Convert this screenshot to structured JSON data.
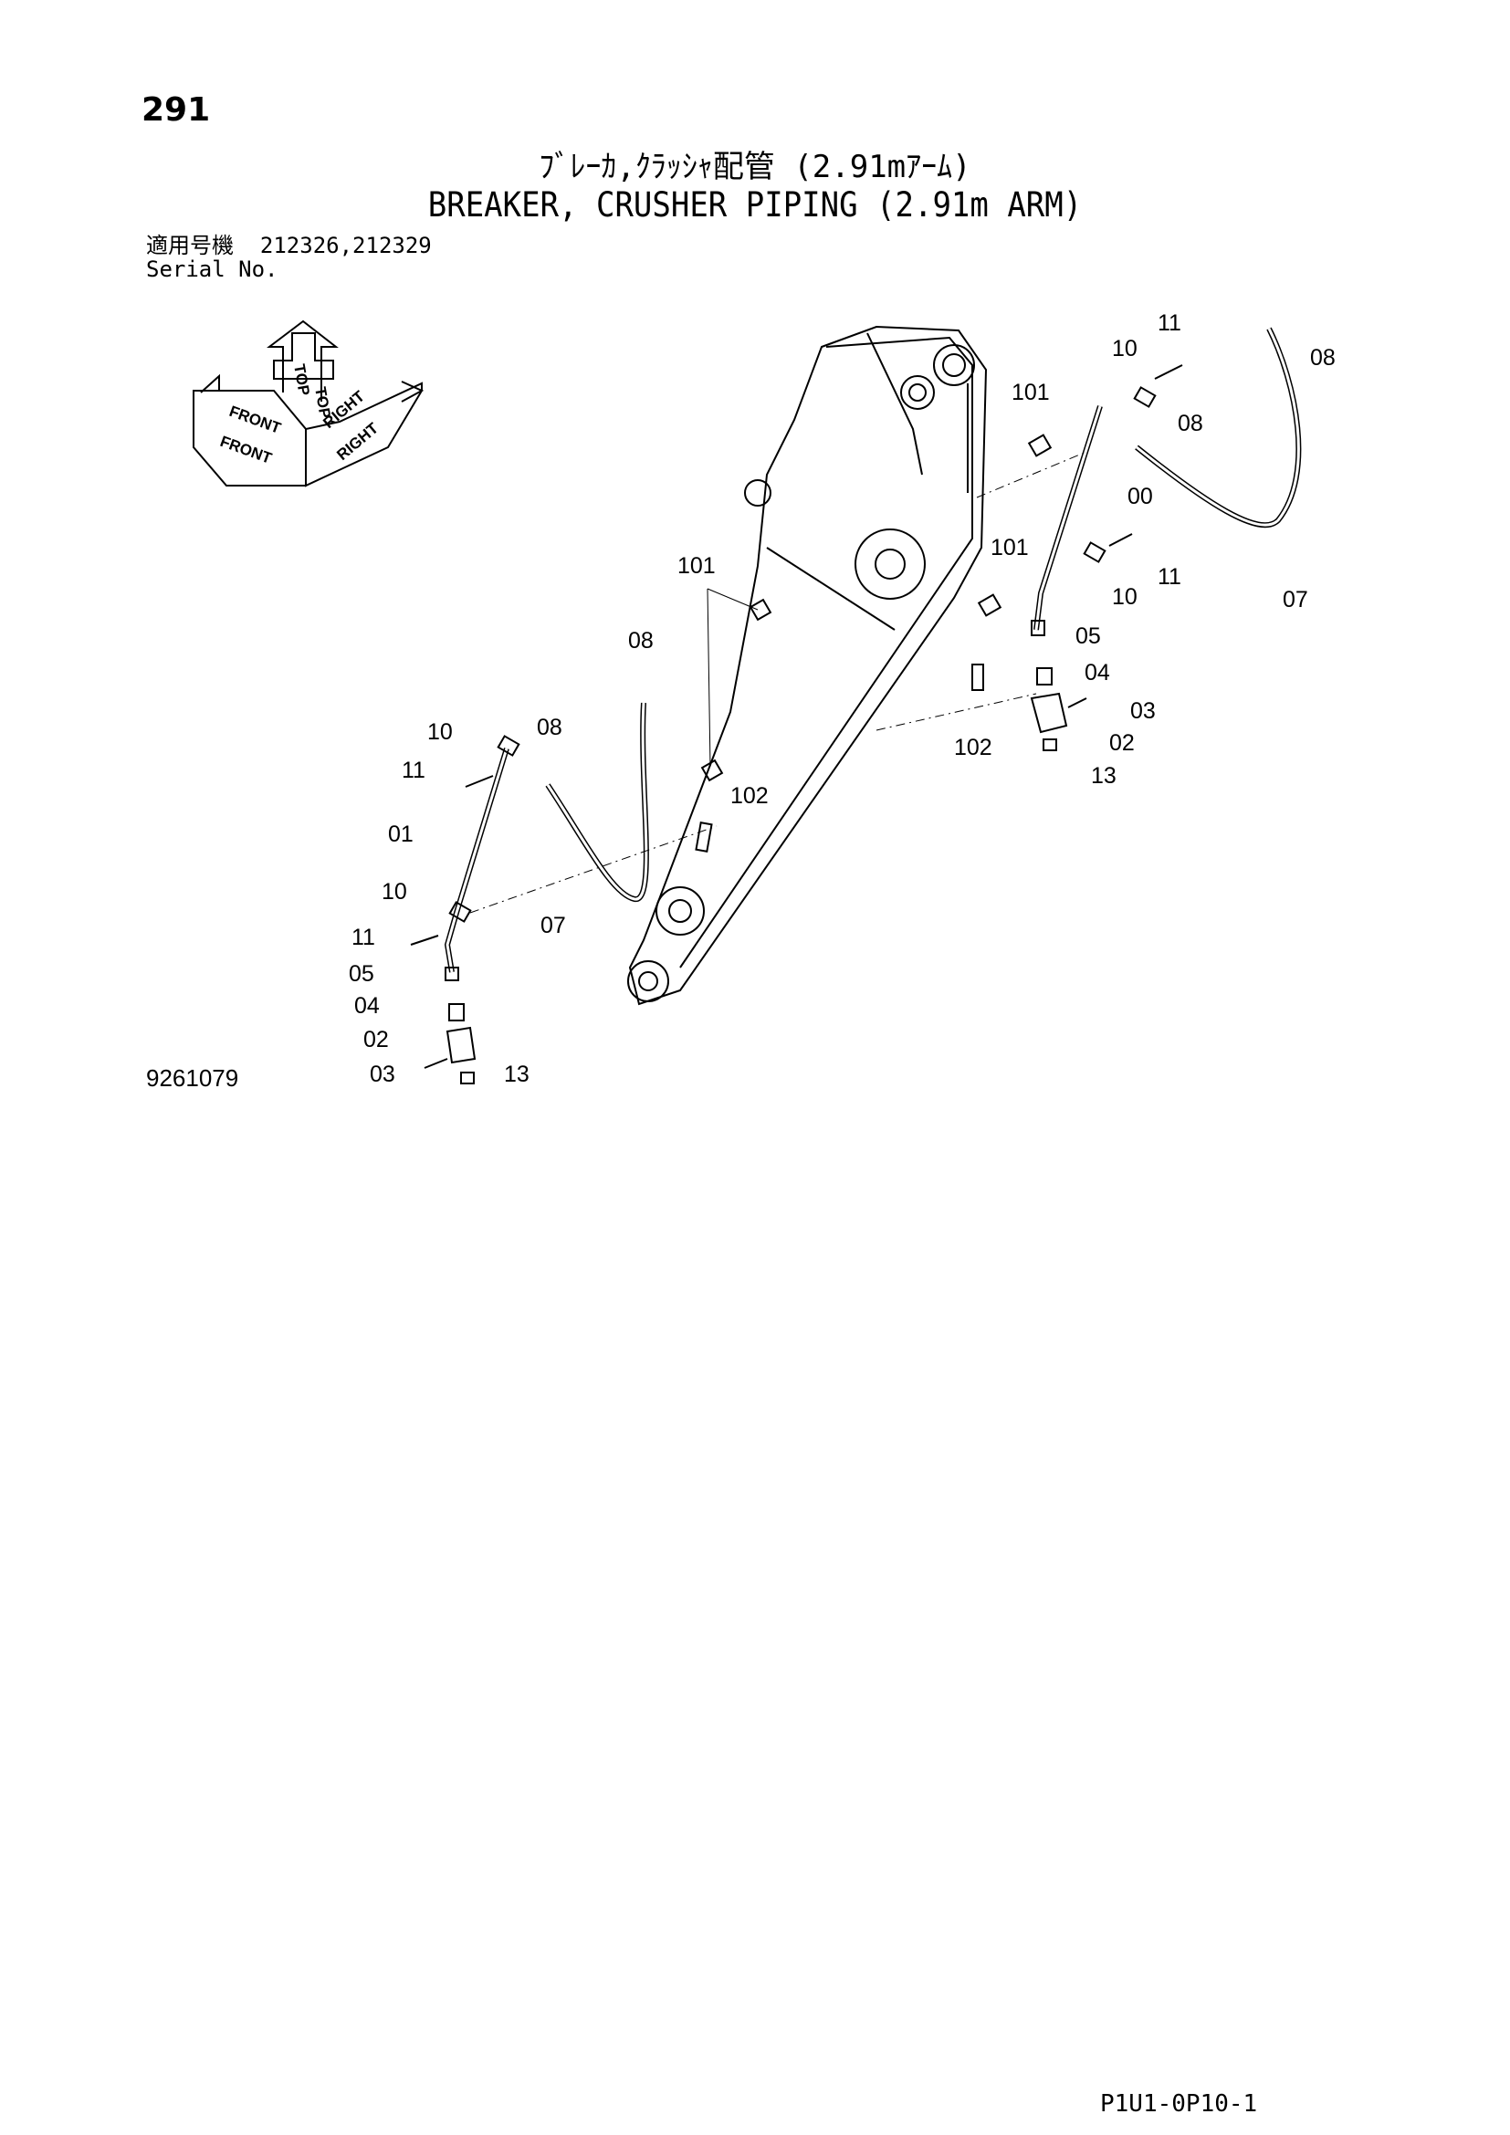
{
  "header": {
    "page_number": "291",
    "title_jp": "ﾌﾞﾚｰｶ,ｸﾗｯｼｬ配管 (2.91mｱｰﾑ)",
    "title_en": "BREAKER, CRUSHER PIPING (2.91m ARM)",
    "serial_label_jp": "適用号機",
    "serial_values": "212326,212329",
    "serial_label_en": "Serial No."
  },
  "orientation_indicator": {
    "labels": [
      "FRONT",
      "FRONT",
      "TOP",
      "TOP",
      "RIGHT",
      "RIGHT"
    ]
  },
  "callouts": {
    "c00": "00",
    "c01": "01",
    "c02a": "02",
    "c02b": "02",
    "c03a": "03",
    "c03b": "03",
    "c04a": "04",
    "c04b": "04",
    "c05a": "05",
    "c05b": "05",
    "c07a": "07",
    "c07b": "07",
    "c08a": "08",
    "c08b": "08",
    "c08c": "08",
    "c08d": "08",
    "c10a": "10",
    "c10b": "10",
    "c10c": "10",
    "c10d": "10",
    "c11a": "11",
    "c11b": "11",
    "c11c": "11",
    "c11d": "11",
    "c13a": "13",
    "c13b": "13",
    "c101a": "101",
    "c101b": "101",
    "c101c": "101",
    "c102a": "102",
    "c102b": "102"
  },
  "footer": {
    "drawing_code": "9261079",
    "sheet_code": "P1U1-0P10-1"
  }
}
